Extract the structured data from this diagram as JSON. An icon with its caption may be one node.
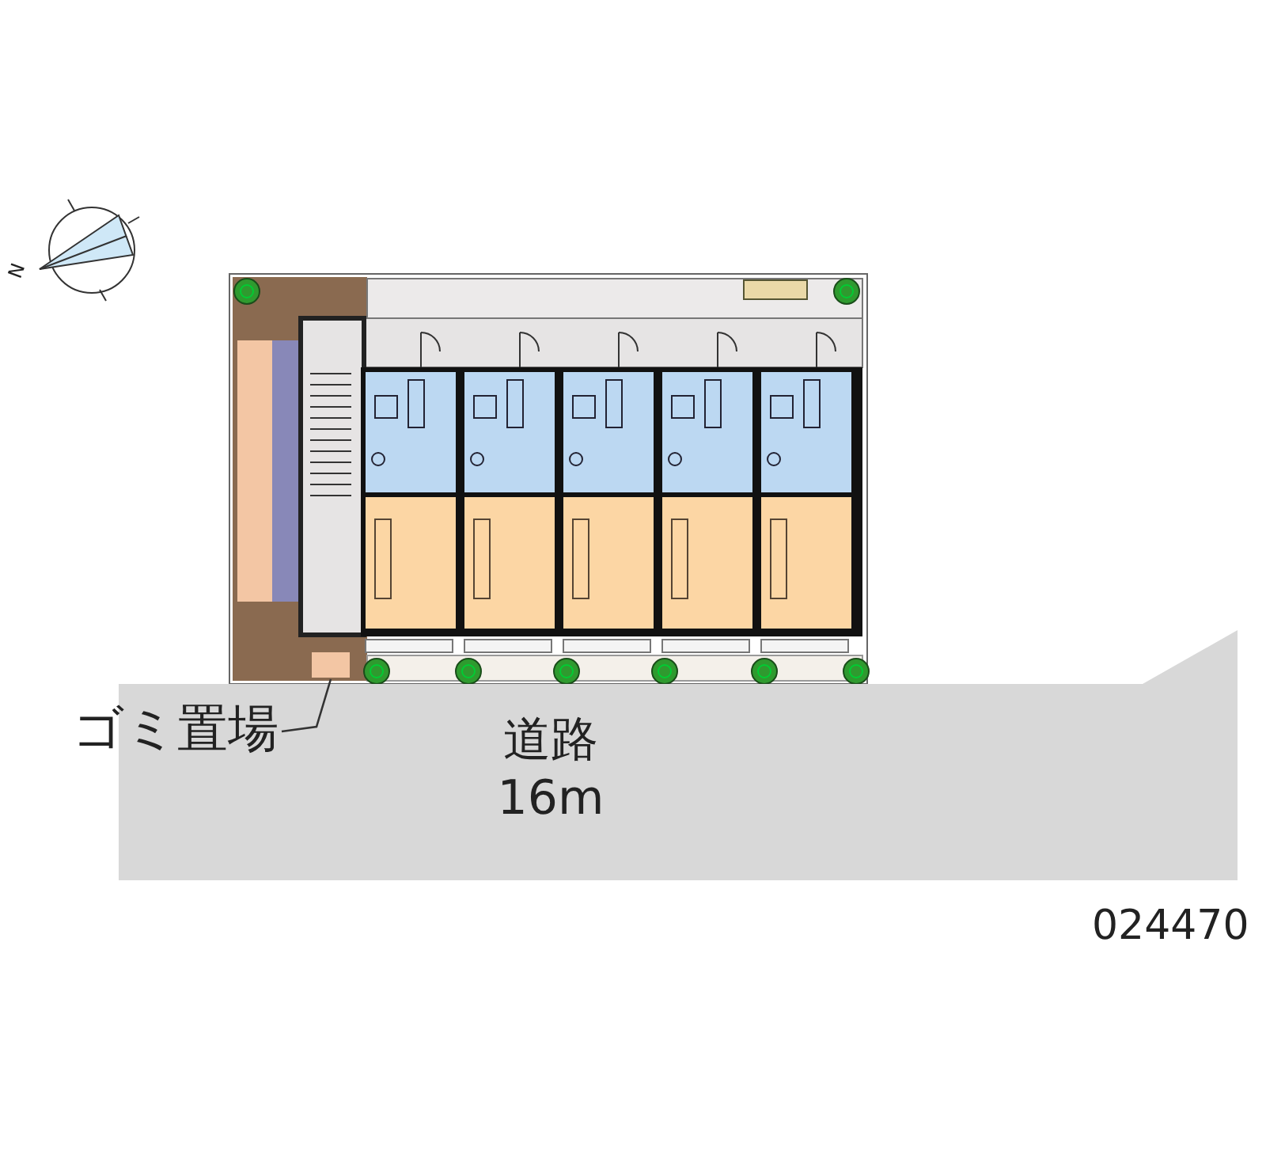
{
  "diagram": {
    "nodes": [
      {
        "text": [
          "ゴミ置場"
        ]
      },
      {
        "text": [],
        "shape": "box"
      },
      {
        "text": [
          "道路",
          "16m"
        ]
      }
    ],
    "edges": [
      {
        "from": 0,
        "to": 1,
        "arrow": "none"
      }
    ],
    "labels": [
      "N",
      "024470"
    ]
  }
}
